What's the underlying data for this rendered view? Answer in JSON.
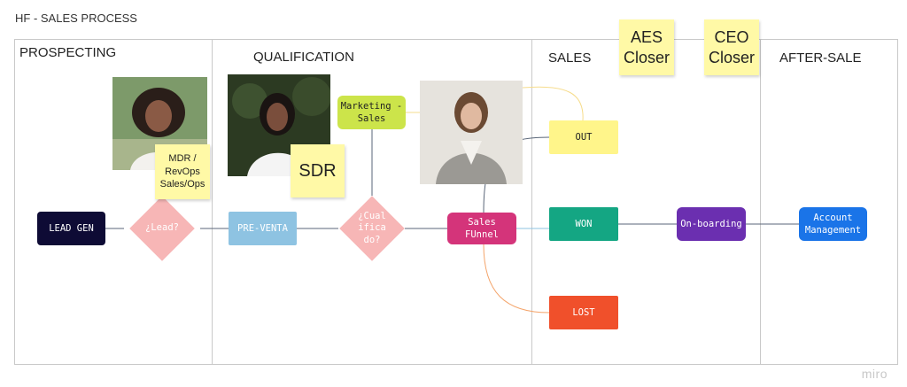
{
  "board": {
    "title": "HF - SALES PROCESS",
    "watermark": "miro"
  },
  "lanes": [
    {
      "id": "prospecting",
      "title": "PROSPECTING"
    },
    {
      "id": "qualification",
      "title": "QUALIFICATION"
    },
    {
      "id": "sales",
      "title": "SALES"
    },
    {
      "id": "after_sale",
      "title": "AFTER-SALE"
    }
  ],
  "nodes": {
    "lead_gen": {
      "label": "LEAD GEN",
      "color": "#0e0b35"
    },
    "lead_decision": {
      "label": "¿Lead?",
      "color": "#f7b6b6"
    },
    "pre_venta": {
      "label": "PRE-VENTA",
      "color": "#8ec3e2"
    },
    "qualified_decision": {
      "label": "¿Cual\nifica\ndo?",
      "color": "#f7b6b6"
    },
    "marketing_sales": {
      "label": "Marketing -\nSales",
      "color": "#cce44a"
    },
    "sales_funnel": {
      "label": "Sales\nFUnnel",
      "color": "#d4347a"
    },
    "out": {
      "label": "OUT",
      "color": "#fff58a"
    },
    "won": {
      "label": "WON",
      "color": "#14a683"
    },
    "lost": {
      "label": "LOST",
      "color": "#f0502b"
    },
    "onboarding": {
      "label": "On-boarding",
      "color": "#6b2fb0"
    },
    "account_management": {
      "label": "Account\nManagement",
      "color": "#1a74e8"
    }
  },
  "stickies": {
    "mdr": "MDR /\nRevOps\nSales/Ops",
    "sdr": "SDR",
    "aes_closer": "AES\nCloser",
    "ceo_closer": "CEO\nCloser"
  },
  "colors": {
    "sticky": "#fff9a6",
    "lane_border": "#c9c9c9",
    "connector": "#5a6678",
    "connector_orange": "#f4a46a",
    "connector_yellow": "#f6dc8c"
  }
}
